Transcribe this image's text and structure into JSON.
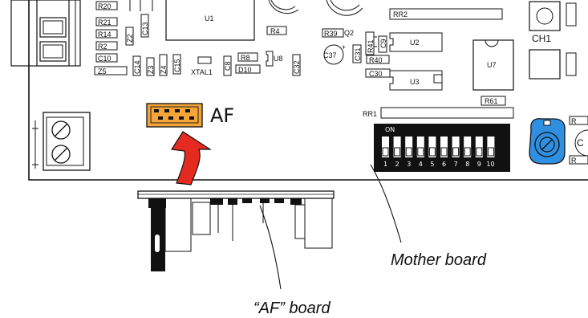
{
  "top_labels": {
    "r20": "R20",
    "r21": "R21",
    "r14": "R14",
    "r2": "R2",
    "c10": "C10",
    "z5": "Z5",
    "z2": "Z2",
    "c13": "C13",
    "c14": "C14",
    "z3": "Z3",
    "z4": "Z4",
    "c15": "C15",
    "xtal1": "XTAL1",
    "c8": "C8",
    "r8": "R8",
    "d10": "D10",
    "u8": "U8",
    "c32": "C32",
    "u1": "U1",
    "r4": "R4",
    "r39": "R39",
    "q2": "Q2",
    "c37": "C37",
    "r41": "R41",
    "c31": "C31",
    "c9": "C9",
    "u2": "U2",
    "r40": "R40",
    "c30": "C30",
    "u3": "U3",
    "rr2": "RR2",
    "u7": "U7",
    "ch1": "CH1",
    "r61": "R61",
    "rr1": "RR1",
    "r_right_a": "R",
    "c_right": "C",
    "r_right_b": "R"
  },
  "connector_label": "AF",
  "dip_switch": {
    "on_label": "ON",
    "numbers": [
      "1",
      "2",
      "3",
      "4",
      "5",
      "6",
      "7",
      "8",
      "9",
      "10"
    ]
  },
  "callouts": {
    "mother_board": "Mother board",
    "af_board": "“AF” board"
  },
  "colors": {
    "connector_fill": "#f4a53a",
    "arrow_fill": "#e52b1f",
    "trimmer_fill": "#2f8fe0",
    "dip_fill": "#111111"
  }
}
